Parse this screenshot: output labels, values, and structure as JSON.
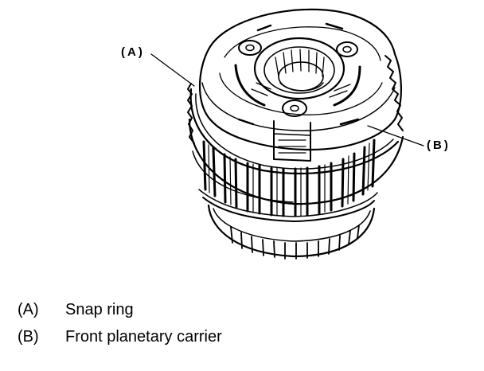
{
  "callouts": {
    "a": "(A)",
    "b": "(B)"
  },
  "legend": [
    {
      "key": "(A)",
      "label": "Snap ring"
    },
    {
      "key": "(B)",
      "label": "Front planetary carrier"
    }
  ],
  "colors": {
    "ink": "#000000",
    "paper": "#ffffff"
  }
}
